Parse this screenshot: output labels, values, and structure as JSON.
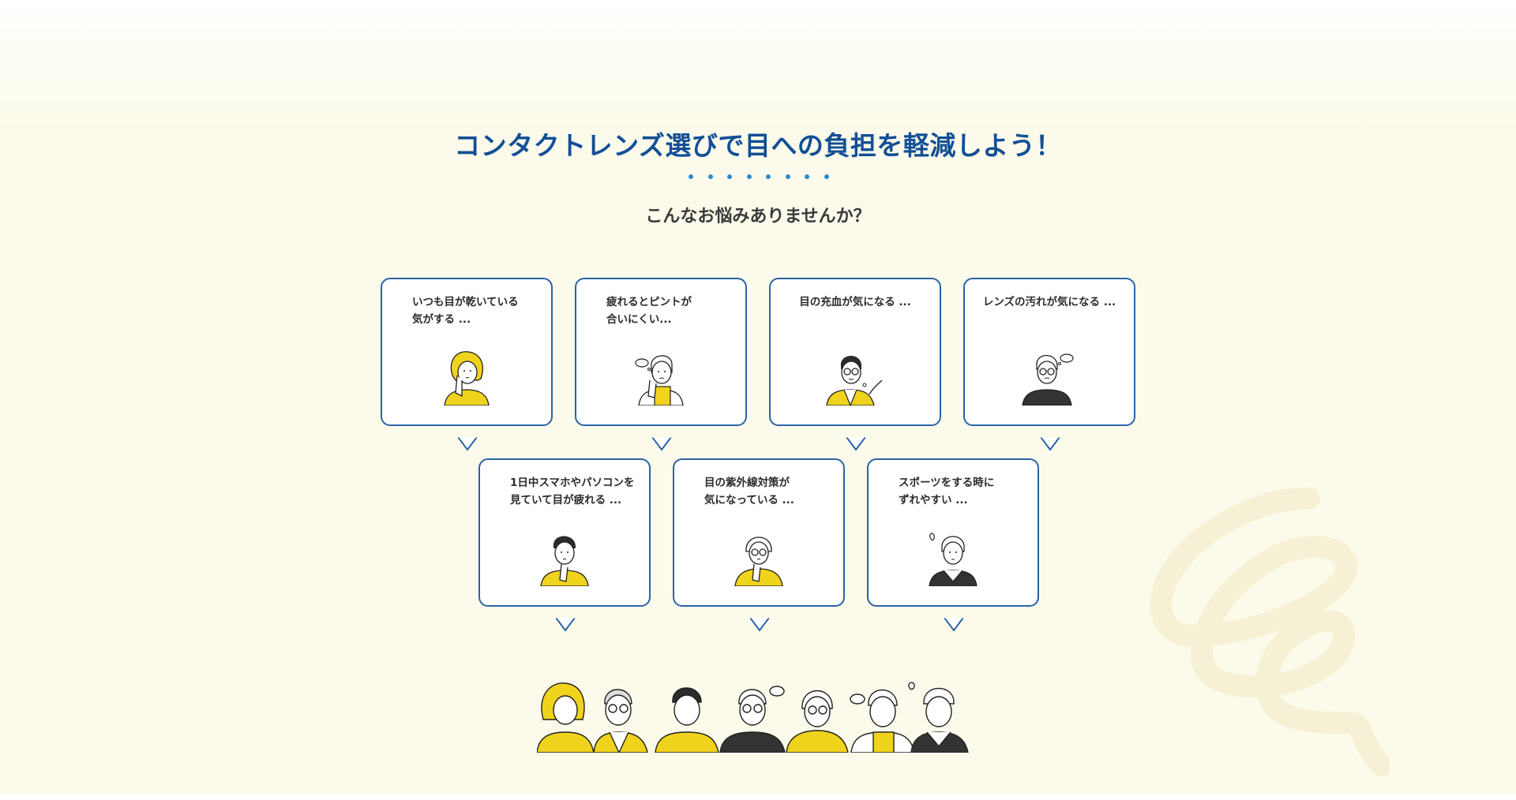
{
  "header": {
    "title": "コンタクトレンズ選びで目への負担を軽減しよう！",
    "dot_count": 8,
    "subtitle": "こんなお悩みありませんか？"
  },
  "colors": {
    "title": "#124f96",
    "dots": "#2b8ad0",
    "card_border": "#2a63a6",
    "accent_yellow": "#f0d31c",
    "background": "#fcfbeb",
    "swirl": "#f6f1d4"
  },
  "cards": [
    {
      "text": "いつも目が乾いている\n気がする ...",
      "icon": "woman-hand-on-cheek-icon",
      "align": "left"
    },
    {
      "text": "疲れるとピントが\n合いにくい...",
      "icon": "elderly-woman-thinking-icon",
      "align": "left"
    },
    {
      "text": "目の充血が気になる ...",
      "icon": "man-glasses-sighing-icon",
      "align": "center"
    },
    {
      "text": "レンズの汚れが気になる ...",
      "icon": "man-glasses-thought-bubble-icon",
      "align": "center"
    },
    {
      "text": "1日中スマホやパソコンを\n見ていて目が疲れる ...",
      "icon": "young-man-thinking-icon",
      "align": "left"
    },
    {
      "text": "目の紫外線対策が\n気になっている ...",
      "icon": "woman-glasses-thinking-icon",
      "align": "left"
    },
    {
      "text": "スポーツをする時に\nずれやすい ...",
      "icon": "woman-sweat-icon",
      "align": "left"
    }
  ],
  "group_illustration": "group-of-seven-people-icon",
  "decoration": "swirl-decoration"
}
